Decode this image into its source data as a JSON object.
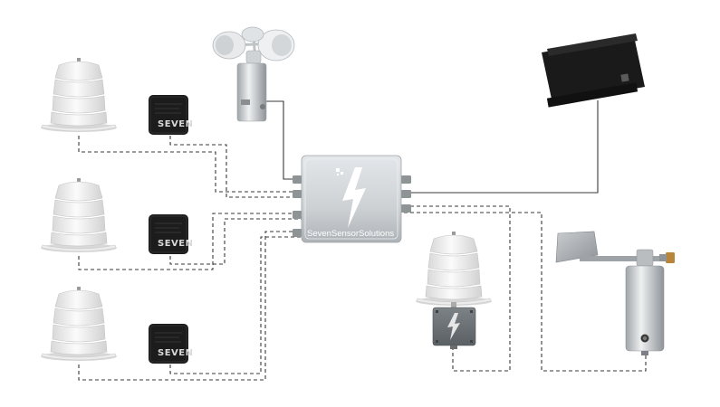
{
  "hub": {
    "brand_label": "SevenSensorSolutions"
  },
  "transmitters": {
    "logo_text": "SEVEN"
  },
  "colors": {
    "cable": "#3a3a3a",
    "hub_body": "#cfd3d6",
    "shield_white": "#f1f1f1",
    "transmitter_black": "#1c1c1c",
    "logger_black": "#1a1a1a",
    "accent_brass": "#b8863b"
  },
  "devices": [
    "radiation-shield-sensor-1",
    "transmitter-1",
    "radiation-shield-sensor-2",
    "transmitter-2",
    "radiation-shield-sensor-3",
    "transmitter-3",
    "cup-anemometer",
    "sensor-hub",
    "data-logger",
    "weather-sensor-with-junction-box",
    "wind-vane"
  ]
}
